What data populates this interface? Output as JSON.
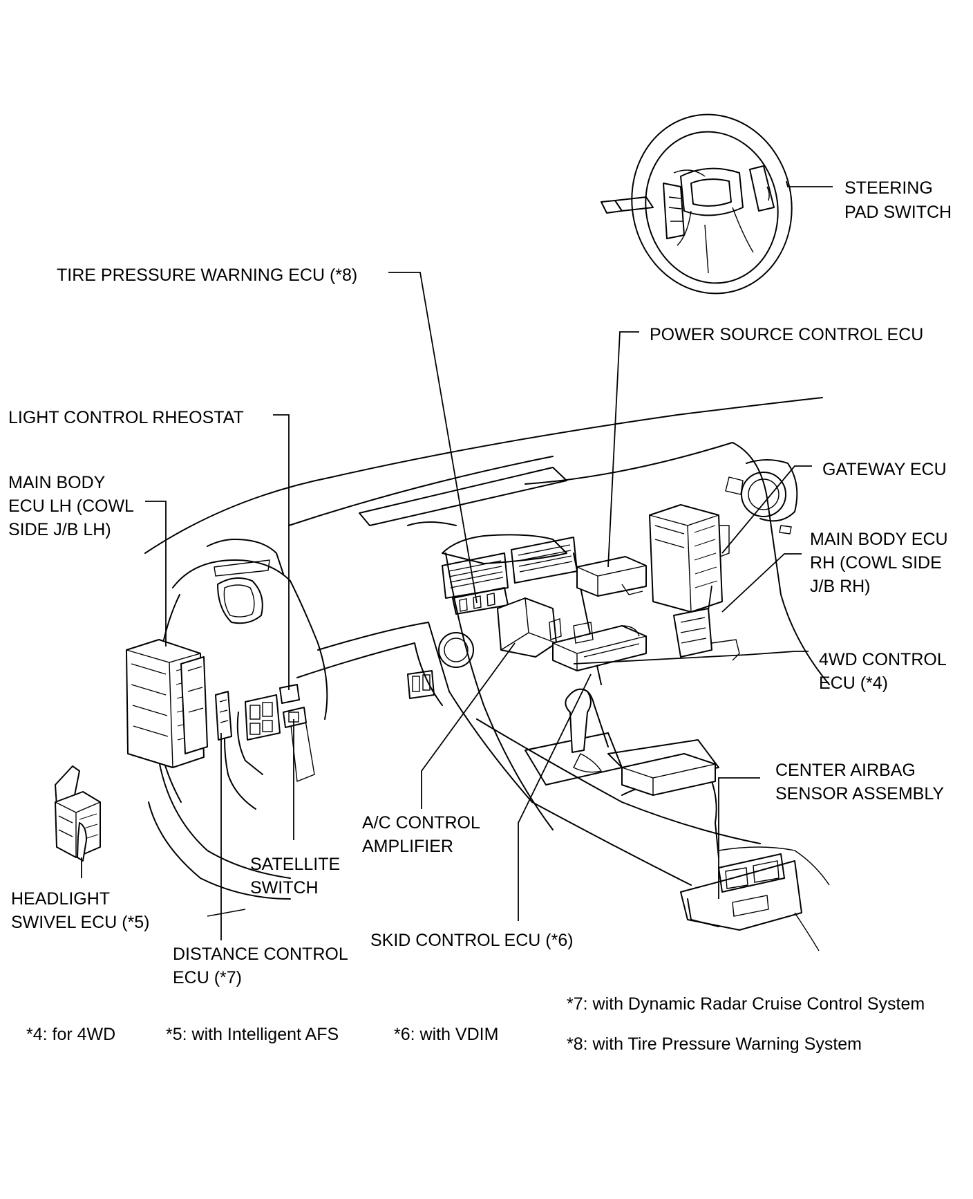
{
  "labels": {
    "steering_pad_switch": [
      "STEERING",
      "PAD SWITCH"
    ],
    "tire_pressure_warning_ecu": [
      "TIRE PRESSURE WARNING ECU (*8)"
    ],
    "power_source_control_ecu": [
      "POWER SOURCE CONTROL ECU"
    ],
    "light_control_rheostat": [
      "LIGHT CONTROL RHEOSTAT"
    ],
    "main_body_ecu_lh": [
      "MAIN BODY",
      "ECU LH (COWL",
      "SIDE J/B LH)"
    ],
    "gateway_ecu": [
      "GATEWAY ECU"
    ],
    "main_body_ecu_rh": [
      "MAIN BODY ECU",
      "RH (COWL SIDE",
      "J/B RH)"
    ],
    "control_4wd_ecu": [
      "4WD CONTROL",
      "ECU (*4)"
    ],
    "center_airbag_sensor": [
      "CENTER AIRBAG",
      "SENSOR ASSEMBLY"
    ],
    "ac_control_amplifier": [
      "A/C CONTROL",
      "AMPLIFIER"
    ],
    "satellite_switch": [
      "SATELLITE",
      "SWITCH"
    ],
    "headlight_swivel_ecu": [
      "HEADLIGHT",
      "SWIVEL ECU (*5)"
    ],
    "distance_control_ecu": [
      "DISTANCE CONTROL",
      "ECU (*7)"
    ],
    "skid_control_ecu": [
      "SKID CONTROL ECU (*6)"
    ]
  },
  "footnotes": {
    "note4": "*4: for 4WD",
    "note5": "*5: with Intelligent  AFS",
    "note6": "*6: with VDIM",
    "note7": "*7: with Dynamic Radar Cruise Control System",
    "note8": "*8: with Tire Pressure Warning System"
  }
}
